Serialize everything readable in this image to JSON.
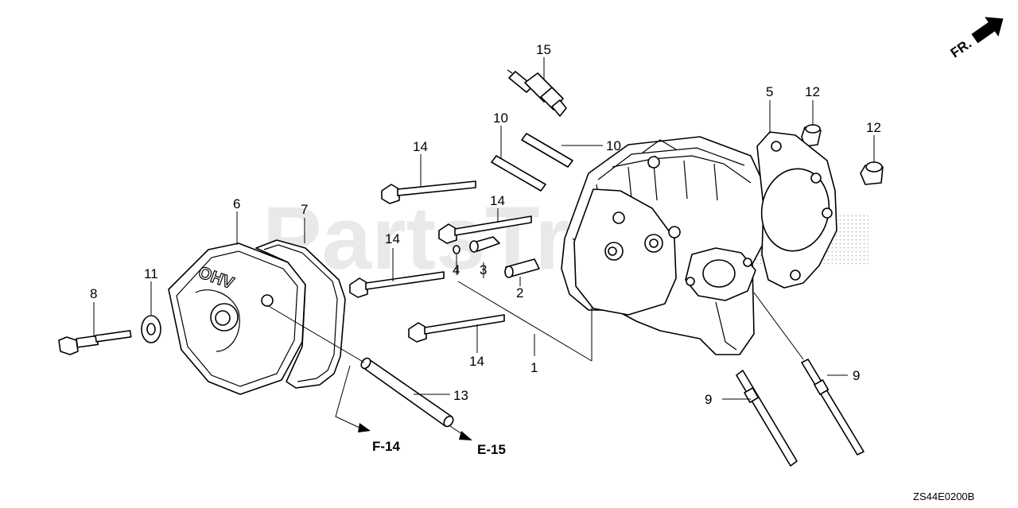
{
  "watermark": "PartsTree",
  "direction_indicator": {
    "label": "FR."
  },
  "diagram_code": "ZS44E0200B",
  "cover_text": "OHV",
  "callouts": [
    "1",
    "2",
    "3",
    "4",
    "5",
    "6",
    "7",
    "8",
    "9",
    "9",
    "10",
    "10",
    "11",
    "12",
    "12",
    "13",
    "14",
    "14",
    "14",
    "14",
    "15"
  ],
  "references": [
    "F-14",
    "E-15"
  ]
}
